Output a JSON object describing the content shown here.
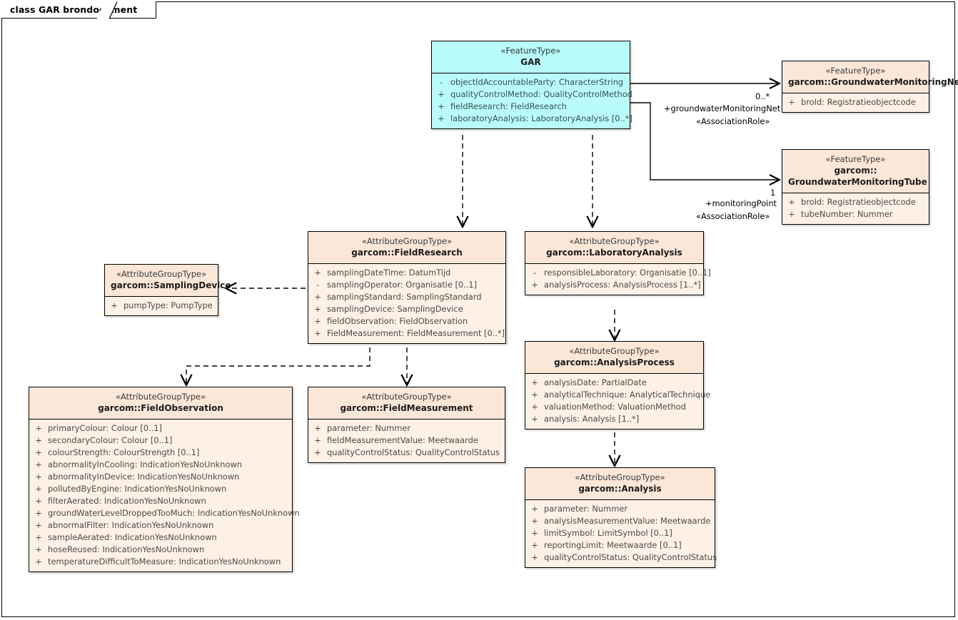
{
  "frame": {
    "title": "class GAR brondocument"
  },
  "colors": {
    "feature_accent": "#b9fbfb",
    "attribute_group_fill": "#fdf0e4",
    "attribute_group_header": "#fbe7d8",
    "border": "#000000"
  },
  "classes": [
    {
      "id": "gar",
      "stereotype": "«FeatureType»",
      "name": "GAR",
      "attributes": [
        {
          "vis": "-",
          "sig": "objectIdAccountableParty: CharacterString"
        },
        {
          "vis": "+",
          "sig": "qualityControlMethod: QualityControlMethod"
        },
        {
          "vis": "+",
          "sig": "fieldResearch: FieldResearch"
        },
        {
          "vis": "+",
          "sig": "laboratoryAnalysis: LaboratoryAnalysis [0..*]"
        }
      ]
    },
    {
      "id": "gwmnet",
      "stereotype": "«FeatureType»",
      "name": "garcom::GroundwaterMonitoringNet",
      "attributes": [
        {
          "vis": "+",
          "sig": "broId: Registratieobjectcode"
        }
      ]
    },
    {
      "id": "gwmtube",
      "stereotype": "«FeatureType»",
      "name": "garcom::",
      "name2": "GroundwaterMonitoringTube",
      "attributes": [
        {
          "vis": "+",
          "sig": "broId: Registratieobjectcode"
        },
        {
          "vis": "+",
          "sig": "tubeNumber: Nummer"
        }
      ]
    },
    {
      "id": "fieldresearch",
      "stereotype": "«AttributeGroupType»",
      "name": "garcom::FieldResearch",
      "attributes": [
        {
          "vis": "+",
          "sig": "samplingDateTime: DatumTijd"
        },
        {
          "vis": "-",
          "sig": "samplingOperator: Organisatie [0..1]"
        },
        {
          "vis": "+",
          "sig": "samplingStandard: SamplingStandard"
        },
        {
          "vis": "+",
          "sig": "samplingDevice: SamplingDevice"
        },
        {
          "vis": "+",
          "sig": "fieldObservation: FieldObservation"
        },
        {
          "vis": "+",
          "sig": "FieldMeasurement: FieldMeasurement [0..*]"
        }
      ]
    },
    {
      "id": "samplingdevice",
      "stereotype": "«AttributeGroupType»",
      "name": "garcom::SamplingDevice",
      "attributes": [
        {
          "vis": "+",
          "sig": "pumpType: PumpType"
        }
      ]
    },
    {
      "id": "laboratoryanalysis",
      "stereotype": "«AttributeGroupType»",
      "name": "garcom::LaboratoryAnalysis",
      "attributes": [
        {
          "vis": "-",
          "sig": "responsibleLaboratory: Organisatie [0..1]"
        },
        {
          "vis": "+",
          "sig": "analysisProcess: AnalysisProcess [1..*]"
        }
      ]
    },
    {
      "id": "analysisprocess",
      "stereotype": "«AttributeGroupType»",
      "name": "garcom::AnalysisProcess",
      "attributes": [
        {
          "vis": "+",
          "sig": "analysisDate: PartialDate"
        },
        {
          "vis": "+",
          "sig": "analyticalTechnique: AnalyticalTechnique"
        },
        {
          "vis": "+",
          "sig": "valuationMethod: ValuationMethod"
        },
        {
          "vis": "+",
          "sig": "analysis: Analysis [1..*]"
        }
      ]
    },
    {
      "id": "analysis",
      "stereotype": "«AttributeGroupType»",
      "name": "garcom::Analysis",
      "attributes": [
        {
          "vis": "+",
          "sig": "parameter: Nummer"
        },
        {
          "vis": "+",
          "sig": "analysisMeasurementValue: Meetwaarde"
        },
        {
          "vis": "+",
          "sig": "limitSymbol: LimitSymbol [0..1]"
        },
        {
          "vis": "+",
          "sig": "reportingLimit: Meetwaarde [0..1]"
        },
        {
          "vis": "+",
          "sig": "qualityControlStatus: QualityControlStatus"
        }
      ]
    },
    {
      "id": "fieldobservation",
      "stereotype": "«AttributeGroupType»",
      "name": "garcom::FieldObservation",
      "attributes": [
        {
          "vis": "+",
          "sig": "primaryColour: Colour [0..1]"
        },
        {
          "vis": "+",
          "sig": "secondaryColour: Colour [0..1]"
        },
        {
          "vis": "+",
          "sig": "colourStrength: ColourStrength [0..1]"
        },
        {
          "vis": "+",
          "sig": "abnormalityInCooling: IndicationYesNoUnknown"
        },
        {
          "vis": "+",
          "sig": "abnormalityInDevice: IndicationYesNoUnknown"
        },
        {
          "vis": "+",
          "sig": "pollutedByEngine: IndicationYesNoUnknown"
        },
        {
          "vis": "+",
          "sig": "filterAerated: IndicationYesNoUnknown"
        },
        {
          "vis": "+",
          "sig": "groundWaterLevelDroppedTooMuch: IndicationYesNoUnknown"
        },
        {
          "vis": "+",
          "sig": "abnormalFilter: IndicationYesNoUnknown"
        },
        {
          "vis": "+",
          "sig": "sampleAerated: IndicationYesNoUnknown"
        },
        {
          "vis": "+",
          "sig": "hoseReused: IndicationYesNoUnknown"
        },
        {
          "vis": "+",
          "sig": "temperatureDifficultToMeasure: IndicationYesNoUnknown"
        }
      ]
    },
    {
      "id": "fieldmeasurement",
      "stereotype": "«AttributeGroupType»",
      "name": "garcom::FieldMeasurement",
      "attributes": [
        {
          "vis": "+",
          "sig": "parameter: Nummer"
        },
        {
          "vis": "+",
          "sig": "fieldMeasurementValue: Meetwaarde"
        },
        {
          "vis": "+",
          "sig": "qualityControlStatus: QualityControlStatus"
        }
      ]
    }
  ],
  "associations": [
    {
      "id": "assoc-gwmnet",
      "multiplicity": "0..*",
      "role": "+groundwaterMonitoringNet",
      "stereotype": "«AssociationRole»"
    },
    {
      "id": "assoc-gwmtube",
      "multiplicity": "1",
      "role": "+monitoringPoint",
      "stereotype": "«AssociationRole»"
    }
  ]
}
